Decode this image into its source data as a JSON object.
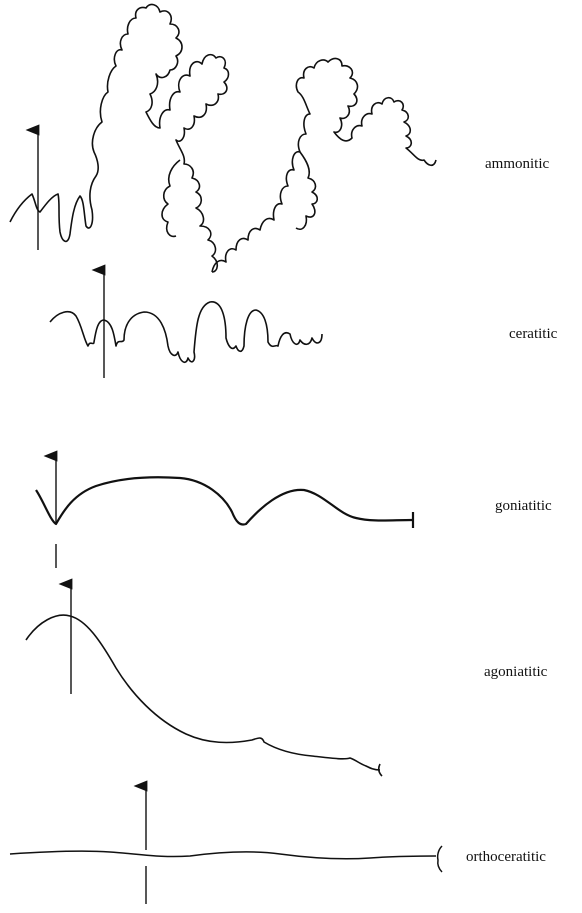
{
  "suture_types": [
    {
      "id": "ammonitic",
      "label": "ammonitic"
    },
    {
      "id": "ceratitic",
      "label": "ceratitic"
    },
    {
      "id": "goniatitic",
      "label": "goniatitic"
    },
    {
      "id": "agoniatitic",
      "label": "agoniatitic"
    },
    {
      "id": "orthoceratitic",
      "label": "orthoceratitic"
    }
  ],
  "colors": {
    "ink": "#111111",
    "background": "#ffffff"
  }
}
